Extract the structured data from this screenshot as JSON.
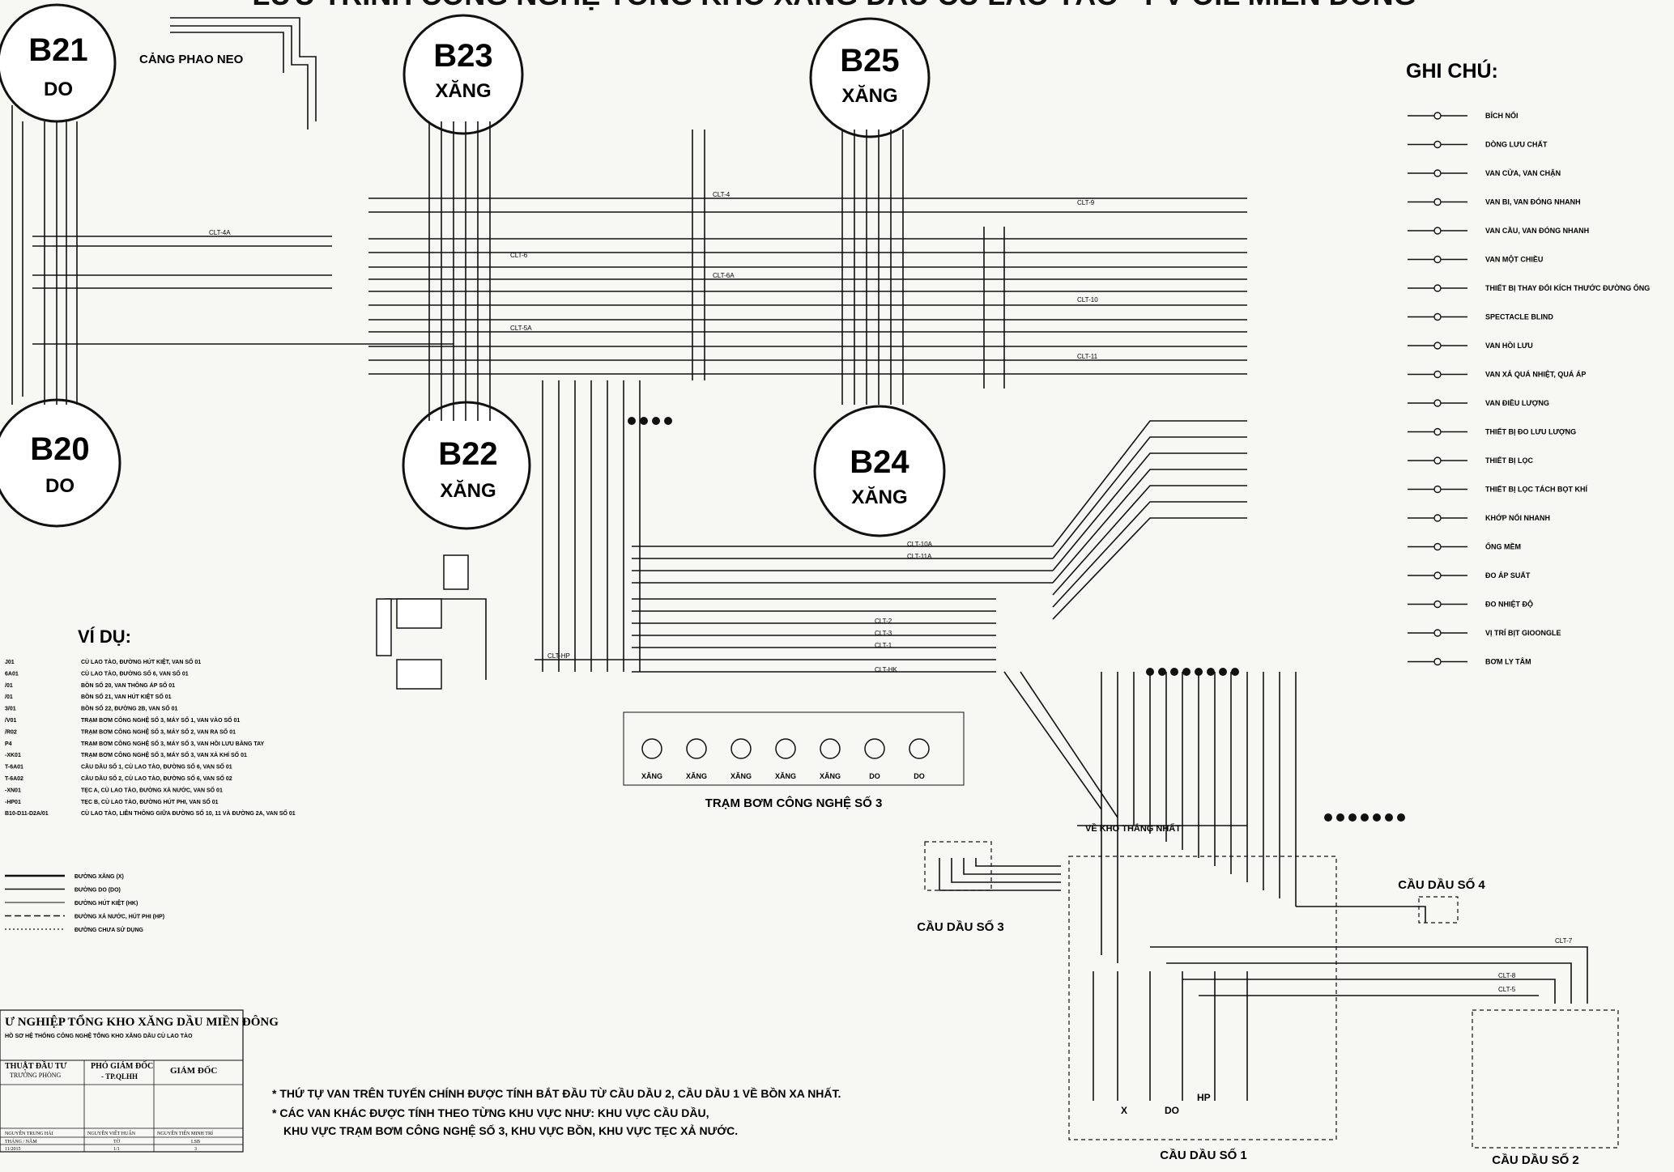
{
  "header": {
    "title_partial": "LƯU TRÌNH CÔNG NGHỆ TỔNG KHO XĂNG DẦU CÙ LAO TÀO - PV OIL MIỀN ĐÔNG"
  },
  "tanks": [
    {
      "id": "B21",
      "product": "DO"
    },
    {
      "id": "B23",
      "product": "XĂNG"
    },
    {
      "id": "B25",
      "product": "XĂNG"
    },
    {
      "id": "B20",
      "product": "DO"
    },
    {
      "id": "B22",
      "product": "XĂNG"
    },
    {
      "id": "B24",
      "product": "XĂNG"
    }
  ],
  "labels": {
    "cang_phao_neo": "CẢNG PHAO NEO",
    "tram_bom": "TRẠM BƠM CÔNG NGHỆ SỐ 3",
    "cau_dau_1": "CẦU DẦU SỐ 1",
    "cau_dau_2": "CẦU DẦU SỐ 2",
    "cau_dau_3": "CẦU DẦU SỐ 3",
    "cau_dau_4": "CẦU DẦU SỐ 4",
    "ve_kho": "VỀ KHO THẮNG NHẤT",
    "x": "X",
    "do": "DO",
    "hp": "HP"
  },
  "pipe_tags": [
    "CLT-1",
    "CLT-2",
    "CLT-3",
    "CLT-4",
    "CLT-5",
    "CLT-6",
    "CLT-7",
    "CLT-8",
    "CLT-9",
    "CLT-10",
    "CLT-11",
    "CLT-4A",
    "CLT-5A",
    "CLT-6A",
    "CLT-10A",
    "CLT-11A",
    "CLT-HP",
    "CLT-HK"
  ],
  "legend": {
    "title": "GHI CHÚ:",
    "items": [
      {
        "symbol": "flange",
        "label": "BÍCH NỐI"
      },
      {
        "symbol": "flow-arrow",
        "label": "DÒNG LƯU CHẤT"
      },
      {
        "symbol": "gate-valve",
        "label": "VAN CỬA, VAN CHẶN"
      },
      {
        "symbol": "ball-valve",
        "label": "VAN BI, VAN ĐÓNG NHANH"
      },
      {
        "symbol": "butterfly-valve",
        "label": "VAN CẦU, VAN ĐÓNG NHANH"
      },
      {
        "symbol": "check-valve",
        "label": "VAN MỘT CHIỀU"
      },
      {
        "symbol": "reducer",
        "label": "THIẾT BỊ THAY ĐỔI KÍCH THƯỚC ĐƯỜNG ỐNG"
      },
      {
        "symbol": "spectacle",
        "label": "SPECTACLE BLIND"
      },
      {
        "symbol": "return-valve",
        "label": "VAN HỒI LƯU"
      },
      {
        "symbol": "relief-valve",
        "label": "VAN XẢ QUÁ NHIỆT, QUÁ ÁP"
      },
      {
        "symbol": "control-valve",
        "label": "VAN ĐIỀU LƯỢNG"
      },
      {
        "symbol": "flow-meter",
        "label": "THIẾT BỊ ĐO LƯU LƯỢNG"
      },
      {
        "symbol": "filter",
        "label": "THIẾT BỊ LỌC"
      },
      {
        "symbol": "air-separator",
        "label": "THIẾT BỊ LỌC TÁCH BỌT KHÍ"
      },
      {
        "symbol": "quick-coupling",
        "label": "KHỚP NỐI NHANH"
      },
      {
        "symbol": "hose",
        "label": "ỐNG MỀM"
      },
      {
        "symbol": "pressure-gauge",
        "label": "ĐO ÁP SUẤT"
      },
      {
        "symbol": "temperature-gauge",
        "label": "ĐO NHIỆT ĐỘ"
      },
      {
        "symbol": "gasket",
        "label": "VỊ TRÍ BỊT GIOONGLE"
      },
      {
        "symbol": "pump",
        "label": "BƠM LY TÂM"
      }
    ]
  },
  "examples": {
    "title": "VÍ DỤ:",
    "rows": [
      {
        "code": "J01",
        "desc": "CÙ LAO TÀO, ĐƯỜNG HÚT KIỆT, VAN SỐ 01"
      },
      {
        "code": "6A01",
        "desc": "CÙ LAO TÀO, ĐƯỜNG SỐ 6, VAN SỐ 01"
      },
      {
        "code": "/01",
        "desc": "BỒN SỐ 20, VAN THÔNG ÁP SỐ 01"
      },
      {
        "code": "/01",
        "desc": "BỒN SỐ 21, VAN HÚT KIỆT SỐ 01"
      },
      {
        "code": "3/01",
        "desc": "BỒN SỐ 22, ĐƯỜNG 2B, VAN SỐ 01"
      },
      {
        "code": "/V01",
        "desc": "TRẠM BƠM CÔNG NGHỆ SỐ 3, MÁY SỐ 1, VAN VÀO SỐ 01"
      },
      {
        "code": "/R02",
        "desc": "TRẠM BƠM CÔNG NGHỆ SỐ 3, MÁY SỐ 2, VAN RA SỐ 01"
      },
      {
        "code": "P4",
        "desc": "TRẠM BƠM CÔNG NGHỆ SỐ 3, MÁY SỐ 3, VAN HỒI LƯU BẰNG TAY"
      },
      {
        "code": "-XK01",
        "desc": "TRẠM BƠM CÔNG NGHỆ SỐ 3, MÁY SỐ 3, VAN XẢ KHÍ SỐ 01"
      },
      {
        "code": "T-6A01",
        "desc": "CẦU DẦU SỐ 1, CÙ LAO TÀO, ĐƯỜNG SỐ 6, VAN SỐ 01"
      },
      {
        "code": "T-6A02",
        "desc": "CẦU DẦU SỐ 2, CÙ LAO TÀO, ĐƯỜNG SỐ 6, VAN SỐ 02"
      },
      {
        "code": "-XN01",
        "desc": "TẸC A, CÙ LAO TÀO, ĐƯỜNG XẢ NƯỚC, VAN SỐ 01"
      },
      {
        "code": "-HP01",
        "desc": "TẸC B, CÙ LAO TÀO, ĐƯỜNG HÚT PHI, VAN SỐ 01"
      },
      {
        "code": "B10-D11-D2A/01",
        "desc": "CÙ LAO TÀO, LIÊN THÔNG GIỮA ĐƯỜNG SỐ 10, 11 VÀ ĐƯỜNG 2A, VAN SỐ 01"
      }
    ]
  },
  "line_types": [
    {
      "label": "ĐƯỜNG XĂNG (X)",
      "style": "solid-thick"
    },
    {
      "label": "ĐƯỜNG DO (DO)",
      "style": "solid"
    },
    {
      "label": "ĐƯỜNG HÚT KIỆT (HK)",
      "style": "solid-thin"
    },
    {
      "label": "ĐƯỜNG XẢ NƯỚC, HÚT PHI (HP)",
      "style": "dash"
    },
    {
      "label": "ĐƯỜNG CHƯA SỬ DỤNG",
      "style": "dot"
    }
  ],
  "title_block": {
    "company": "Ư NGHIỆP TỔNG KHO XĂNG DẦU MIỀN ĐÔNG",
    "project": "HỒ SƠ HỆ THỐNG CÔNG NGHỆ TỔNG KHO XĂNG DẦU CÙ LAO TÀO",
    "col1": "THUẬT ĐẦU TƯ",
    "col1_sub": "TRƯỞNG PHÒNG",
    "col2": "PHÓ GIÁM ĐỐC",
    "col2_sub": "- TP.QLHH",
    "col3": "GIÁM ĐỐC",
    "name1": "NGUYỄN TRUNG HẢI",
    "name2": "NGUYỄN VIẾT HUẤN",
    "name3": "NGUYỄN TIẾN MINH TRÍ",
    "date_label": "THÁNG / NĂM",
    "date_value": "11/2015",
    "sheet_label": "TỜ",
    "sheet_value": "1/1",
    "scale_label": "LSB",
    "scale_value": "3"
  },
  "notes": [
    "* THỨ TỰ VAN TRÊN TUYẾN CHÍNH ĐƯỢC TÍNH BẮT ĐẦU TỪ CẦU DẦU 2, CẦU DẦU 1 VỀ BỒN XA NHẤT.",
    "* CÁC VAN KHÁC ĐƯỢC TÍNH THEO TỪNG KHU VỰC NHƯ: KHU VỰC CẦU DẦU,",
    "KHU VỰC TRẠM BƠM CÔNG NGHỆ SỐ 3, KHU VỰC BỒN, KHU VỰC TẸC XẢ NƯỚC."
  ],
  "pump_labels": [
    "XĂNG",
    "XĂNG",
    "XĂNG",
    "XĂNG",
    "XĂNG",
    "DO",
    "DO"
  ]
}
